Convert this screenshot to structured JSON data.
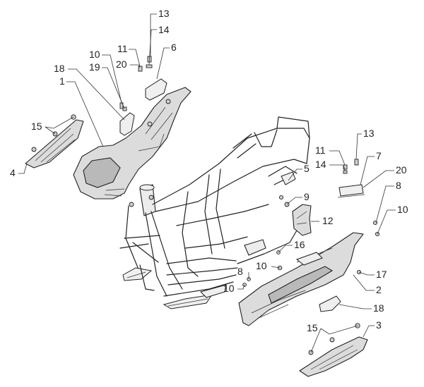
{
  "callouts": [
    {
      "id": "c13a",
      "text": "13"
    },
    {
      "id": "c14a",
      "text": "14"
    },
    {
      "id": "c6",
      "text": "6"
    },
    {
      "id": "c11a",
      "text": "11"
    },
    {
      "id": "c20a",
      "text": "20"
    },
    {
      "id": "c10a",
      "text": "10"
    },
    {
      "id": "c19",
      "text": "19"
    },
    {
      "id": "c18a",
      "text": "18"
    },
    {
      "id": "c1",
      "text": "1"
    },
    {
      "id": "c15a",
      "text": "15"
    },
    {
      "id": "c4",
      "text": "4"
    },
    {
      "id": "c13b",
      "text": "13"
    },
    {
      "id": "c11b",
      "text": "11"
    },
    {
      "id": "c7",
      "text": "7"
    },
    {
      "id": "c5",
      "text": "5"
    },
    {
      "id": "c14b",
      "text": "14"
    },
    {
      "id": "c20b",
      "text": "20"
    },
    {
      "id": "c8a",
      "text": "8"
    },
    {
      "id": "c9",
      "text": "9"
    },
    {
      "id": "c10b",
      "text": "10"
    },
    {
      "id": "c12",
      "text": "12"
    },
    {
      "id": "c16",
      "text": "16"
    },
    {
      "id": "c10c",
      "text": "10"
    },
    {
      "id": "c8b",
      "text": "8"
    },
    {
      "id": "c17",
      "text": "17"
    },
    {
      "id": "c10d",
      "text": "10"
    },
    {
      "id": "c2",
      "text": "2"
    },
    {
      "id": "c18b",
      "text": "18"
    },
    {
      "id": "c15b",
      "text": "15"
    },
    {
      "id": "c3",
      "text": "3"
    }
  ]
}
